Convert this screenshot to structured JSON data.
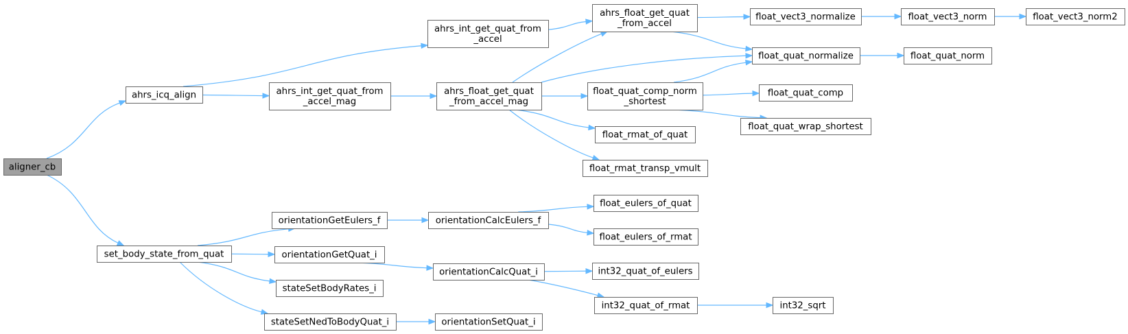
{
  "diagram": {
    "type": "call-graph",
    "colors": {
      "edge": "#63b8ff",
      "node_border": "#666666",
      "node_fill": "#ffffff",
      "root_fill": "#a0a0a0"
    },
    "nodes": [
      {
        "id": "aligner_cb",
        "lines": [
          "aligner_cb"
        ],
        "root": true
      },
      {
        "id": "ahrs_icq_align",
        "lines": [
          "ahrs_icq_align"
        ]
      },
      {
        "id": "set_body_state_from_quat",
        "lines": [
          "set_body_state_from_quat"
        ]
      },
      {
        "id": "ahrs_int_get_quat_from_accel",
        "lines": [
          "ahrs_int_get_quat_from",
          "_accel"
        ]
      },
      {
        "id": "ahrs_int_get_quat_from_accel_mag",
        "lines": [
          "ahrs_int_get_quat_from",
          "_accel_mag"
        ]
      },
      {
        "id": "ahrs_float_get_quat_from_accel",
        "lines": [
          "ahrs_float_get_quat",
          "_from_accel"
        ]
      },
      {
        "id": "ahrs_float_get_quat_from_accel_mag",
        "lines": [
          "ahrs_float_get_quat",
          "_from_accel_mag"
        ]
      },
      {
        "id": "float_vect3_normalize",
        "lines": [
          "float_vect3_normalize"
        ]
      },
      {
        "id": "float_vect3_norm",
        "lines": [
          "float_vect3_norm"
        ]
      },
      {
        "id": "float_vect3_norm2",
        "lines": [
          "float_vect3_norm2"
        ]
      },
      {
        "id": "float_quat_normalize",
        "lines": [
          "float_quat_normalize"
        ]
      },
      {
        "id": "float_quat_norm",
        "lines": [
          "float_quat_norm"
        ]
      },
      {
        "id": "float_quat_comp_norm_shortest",
        "lines": [
          "float_quat_comp_norm",
          "_shortest"
        ]
      },
      {
        "id": "float_quat_comp",
        "lines": [
          "float_quat_comp"
        ]
      },
      {
        "id": "float_quat_wrap_shortest",
        "lines": [
          "float_quat_wrap_shortest"
        ]
      },
      {
        "id": "float_rmat_of_quat",
        "lines": [
          "float_rmat_of_quat"
        ]
      },
      {
        "id": "float_rmat_transp_vmult",
        "lines": [
          "float_rmat_transp_vmult"
        ]
      },
      {
        "id": "orientationGetEulers_f",
        "lines": [
          "orientationGetEulers_f"
        ]
      },
      {
        "id": "orientationCalcEulers_f",
        "lines": [
          "orientationCalcEulers_f"
        ]
      },
      {
        "id": "float_eulers_of_quat",
        "lines": [
          "float_eulers_of_quat"
        ]
      },
      {
        "id": "float_eulers_of_rmat",
        "lines": [
          "float_eulers_of_rmat"
        ]
      },
      {
        "id": "orientationGetQuat_i",
        "lines": [
          "orientationGetQuat_i"
        ]
      },
      {
        "id": "orientationCalcQuat_i",
        "lines": [
          "orientationCalcQuat_i"
        ]
      },
      {
        "id": "int32_quat_of_eulers",
        "lines": [
          "int32_quat_of_eulers"
        ]
      },
      {
        "id": "int32_quat_of_rmat",
        "lines": [
          "int32_quat_of_rmat"
        ]
      },
      {
        "id": "int32_sqrt",
        "lines": [
          "int32_sqrt"
        ]
      },
      {
        "id": "stateSetBodyRates_i",
        "lines": [
          "stateSetBodyRates_i"
        ]
      },
      {
        "id": "stateSetNedToBodyQuat_i",
        "lines": [
          "stateSetNedToBodyQuat_i"
        ]
      },
      {
        "id": "orientationSetQuat_i",
        "lines": [
          "orientationSetQuat_i"
        ]
      }
    ],
    "edges": [
      {
        "from": "aligner_cb",
        "to": "ahrs_icq_align"
      },
      {
        "from": "aligner_cb",
        "to": "set_body_state_from_quat"
      },
      {
        "from": "ahrs_icq_align",
        "to": "ahrs_int_get_quat_from_accel"
      },
      {
        "from": "ahrs_icq_align",
        "to": "ahrs_int_get_quat_from_accel_mag"
      },
      {
        "from": "ahrs_int_get_quat_from_accel",
        "to": "ahrs_float_get_quat_from_accel"
      },
      {
        "from": "ahrs_int_get_quat_from_accel_mag",
        "to": "ahrs_float_get_quat_from_accel_mag"
      },
      {
        "from": "ahrs_float_get_quat_from_accel",
        "to": "float_vect3_normalize"
      },
      {
        "from": "ahrs_float_get_quat_from_accel",
        "to": "float_quat_normalize"
      },
      {
        "from": "float_vect3_normalize",
        "to": "float_vect3_norm"
      },
      {
        "from": "float_vect3_norm",
        "to": "float_vect3_norm2"
      },
      {
        "from": "float_quat_normalize",
        "to": "float_quat_norm"
      },
      {
        "from": "ahrs_float_get_quat_from_accel_mag",
        "to": "ahrs_float_get_quat_from_accel"
      },
      {
        "from": "ahrs_float_get_quat_from_accel_mag",
        "to": "float_quat_normalize"
      },
      {
        "from": "ahrs_float_get_quat_from_accel_mag",
        "to": "float_quat_comp_norm_shortest"
      },
      {
        "from": "ahrs_float_get_quat_from_accel_mag",
        "to": "float_rmat_of_quat"
      },
      {
        "from": "ahrs_float_get_quat_from_accel_mag",
        "to": "float_rmat_transp_vmult"
      },
      {
        "from": "float_quat_comp_norm_shortest",
        "to": "float_quat_normalize"
      },
      {
        "from": "float_quat_comp_norm_shortest",
        "to": "float_quat_comp"
      },
      {
        "from": "float_quat_comp_norm_shortest",
        "to": "float_quat_wrap_shortest"
      },
      {
        "from": "set_body_state_from_quat",
        "to": "orientationGetEulers_f"
      },
      {
        "from": "set_body_state_from_quat",
        "to": "orientationGetQuat_i"
      },
      {
        "from": "set_body_state_from_quat",
        "to": "stateSetBodyRates_i"
      },
      {
        "from": "set_body_state_from_quat",
        "to": "stateSetNedToBodyQuat_i"
      },
      {
        "from": "orientationGetEulers_f",
        "to": "orientationCalcEulers_f"
      },
      {
        "from": "orientationCalcEulers_f",
        "to": "float_eulers_of_quat"
      },
      {
        "from": "orientationCalcEulers_f",
        "to": "float_eulers_of_rmat"
      },
      {
        "from": "orientationGetQuat_i",
        "to": "orientationCalcQuat_i"
      },
      {
        "from": "orientationCalcQuat_i",
        "to": "int32_quat_of_eulers"
      },
      {
        "from": "orientationCalcQuat_i",
        "to": "int32_quat_of_rmat"
      },
      {
        "from": "int32_quat_of_rmat",
        "to": "int32_sqrt"
      },
      {
        "from": "stateSetNedToBodyQuat_i",
        "to": "orientationSetQuat_i"
      }
    ]
  }
}
